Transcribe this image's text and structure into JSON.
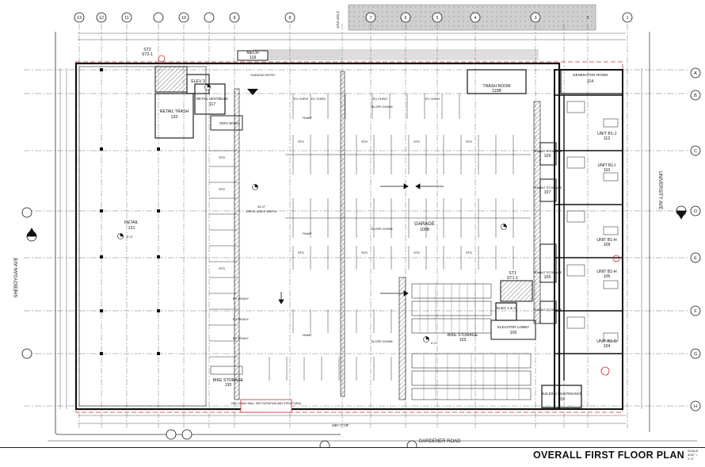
{
  "drawing": {
    "title": "OVERALL FIRST FLOOR PLAN",
    "scale_label": "SCALE:",
    "scale_value": "3/32\" = 1'-0\"",
    "streets": {
      "left": "SHEBOYGAN AVE",
      "right": "UNIVERSITY AVE",
      "bottom": "GARDENER ROAD"
    },
    "grid_top": [
      "13",
      "12",
      "11",
      "10",
      "9",
      "8",
      "1/A2-101.2",
      "7",
      "6",
      "5",
      "4",
      "3",
      "2",
      "1"
    ],
    "grid_right": [
      "A",
      "B",
      "C",
      "D",
      "E",
      "F",
      "G",
      "H"
    ],
    "rooms": [
      {
        "id": "retail",
        "name": "RETAIL",
        "num": "131"
      },
      {
        "id": "retail-trash",
        "name": "RETAIL TRASH",
        "num": "120"
      },
      {
        "id": "retail-vestibule",
        "name": "RETAIL VESTIBULE",
        "num": "117"
      },
      {
        "id": "dog-wash",
        "name": "DOG WASH",
        "num": ""
      },
      {
        "id": "elev3",
        "name": "ELEV 3",
        "num": ""
      },
      {
        "id": "mech",
        "name": "MECH",
        "num": "118"
      },
      {
        "id": "st2",
        "name": "ST2",
        "num": "ST2-1"
      },
      {
        "id": "garage",
        "name": "GARAGE",
        "num": "100B"
      },
      {
        "id": "trash-room",
        "name": "TRASH ROOM",
        "num": "115B"
      },
      {
        "id": "generator",
        "name": "GENERATOR ROOM",
        "num": "114"
      },
      {
        "id": "tenant-storage-1",
        "name": "TENANT STORAGE",
        "num": "109"
      },
      {
        "id": "tenant-storage-2",
        "name": "TENANT STORAGE",
        "num": "107"
      },
      {
        "id": "tenant-storage-3",
        "name": "TENANT STORAGE",
        "num": "105"
      },
      {
        "id": "tenant-storage-4",
        "name": "TENANT STORAGE",
        "num": ""
      },
      {
        "id": "st1",
        "name": "ST1",
        "num": "ST1-1"
      },
      {
        "id": "elev12",
        "name": "ELEV 1 & 2",
        "num": ""
      },
      {
        "id": "elevator-lobby",
        "name": "ELEVATOR LOBBY",
        "num": "100"
      },
      {
        "id": "bike-storage-1",
        "name": "BIKE STORAGE",
        "num": "103"
      },
      {
        "id": "bike-storage-2",
        "name": "BIKE STORAGE",
        "num": "130"
      },
      {
        "id": "building-maint",
        "name": "BUILDING MAINTENANCE",
        "num": "102"
      },
      {
        "id": "unit-b1j",
        "name": "UNIT B1-J",
        "num": "112"
      },
      {
        "id": "unit-b1i",
        "name": "UNIT B1-I",
        "num": "110"
      },
      {
        "id": "unit-b1h2",
        "name": "UNIT B1-H",
        "num": "108"
      },
      {
        "id": "unit-b1h",
        "name": "UNIT B1-H",
        "num": "106"
      },
      {
        "id": "unit-b1g",
        "name": "UNIT B1-G",
        "num": "104"
      }
    ],
    "annotations": {
      "garage_entry": "GARAGE ENTRY",
      "slope_down": "SLOPE DOWN",
      "ramp": "RAMP",
      "drive_aisle_width": "DRIVE AISLE WIDTH",
      "ev_ready": "EV READY",
      "ev_charging": "EV CHRG",
      "std": "STD",
      "crash_wall_note": "CMU CRASH WALL SEE ELEVATION AND STRUCTURAL",
      "dim_main": "24'-0\"",
      "dim_overall": "290'-7 7/8\"",
      "elev_tag": "0'-0\""
    },
    "colors": {
      "line": "#1a1a1a",
      "property_line": "#d12b2b",
      "hatch_gray": "#b9b9b9",
      "background": "#ffffff"
    }
  }
}
